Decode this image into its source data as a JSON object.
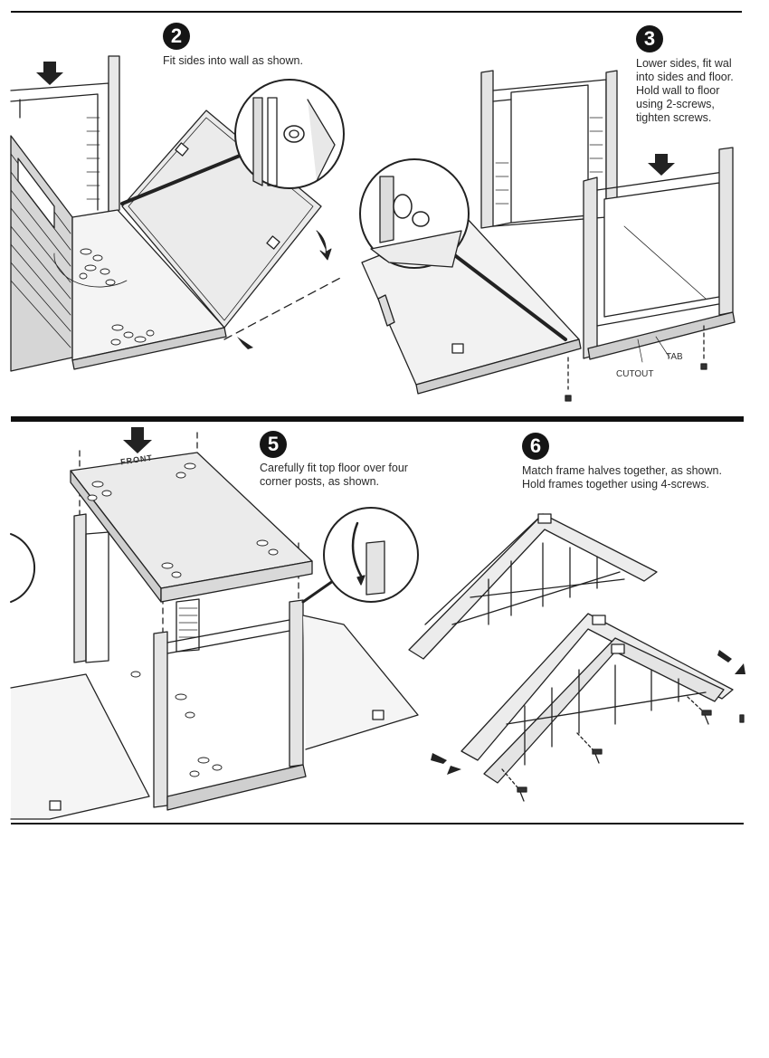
{
  "steps": [
    {
      "number": "2",
      "text": [
        "Fit sides into wall as shown."
      ]
    },
    {
      "number": "3",
      "text": [
        "Lower sides, fit wal",
        "into sides and floor.",
        "Hold wall to floor",
        "using 2-screws,",
        "tighten screws."
      ]
    },
    {
      "number": "5",
      "text": [
        "Carefully fit top floor over four",
        "corner posts, as shown."
      ]
    },
    {
      "number": "6",
      "text": [
        "Match frame halves together, as shown.",
        "Hold frames together using 4-screws."
      ]
    }
  ],
  "callouts": {
    "tab": "TAB",
    "cutout": "CUTOUT"
  },
  "floor_label": "FRONT"
}
